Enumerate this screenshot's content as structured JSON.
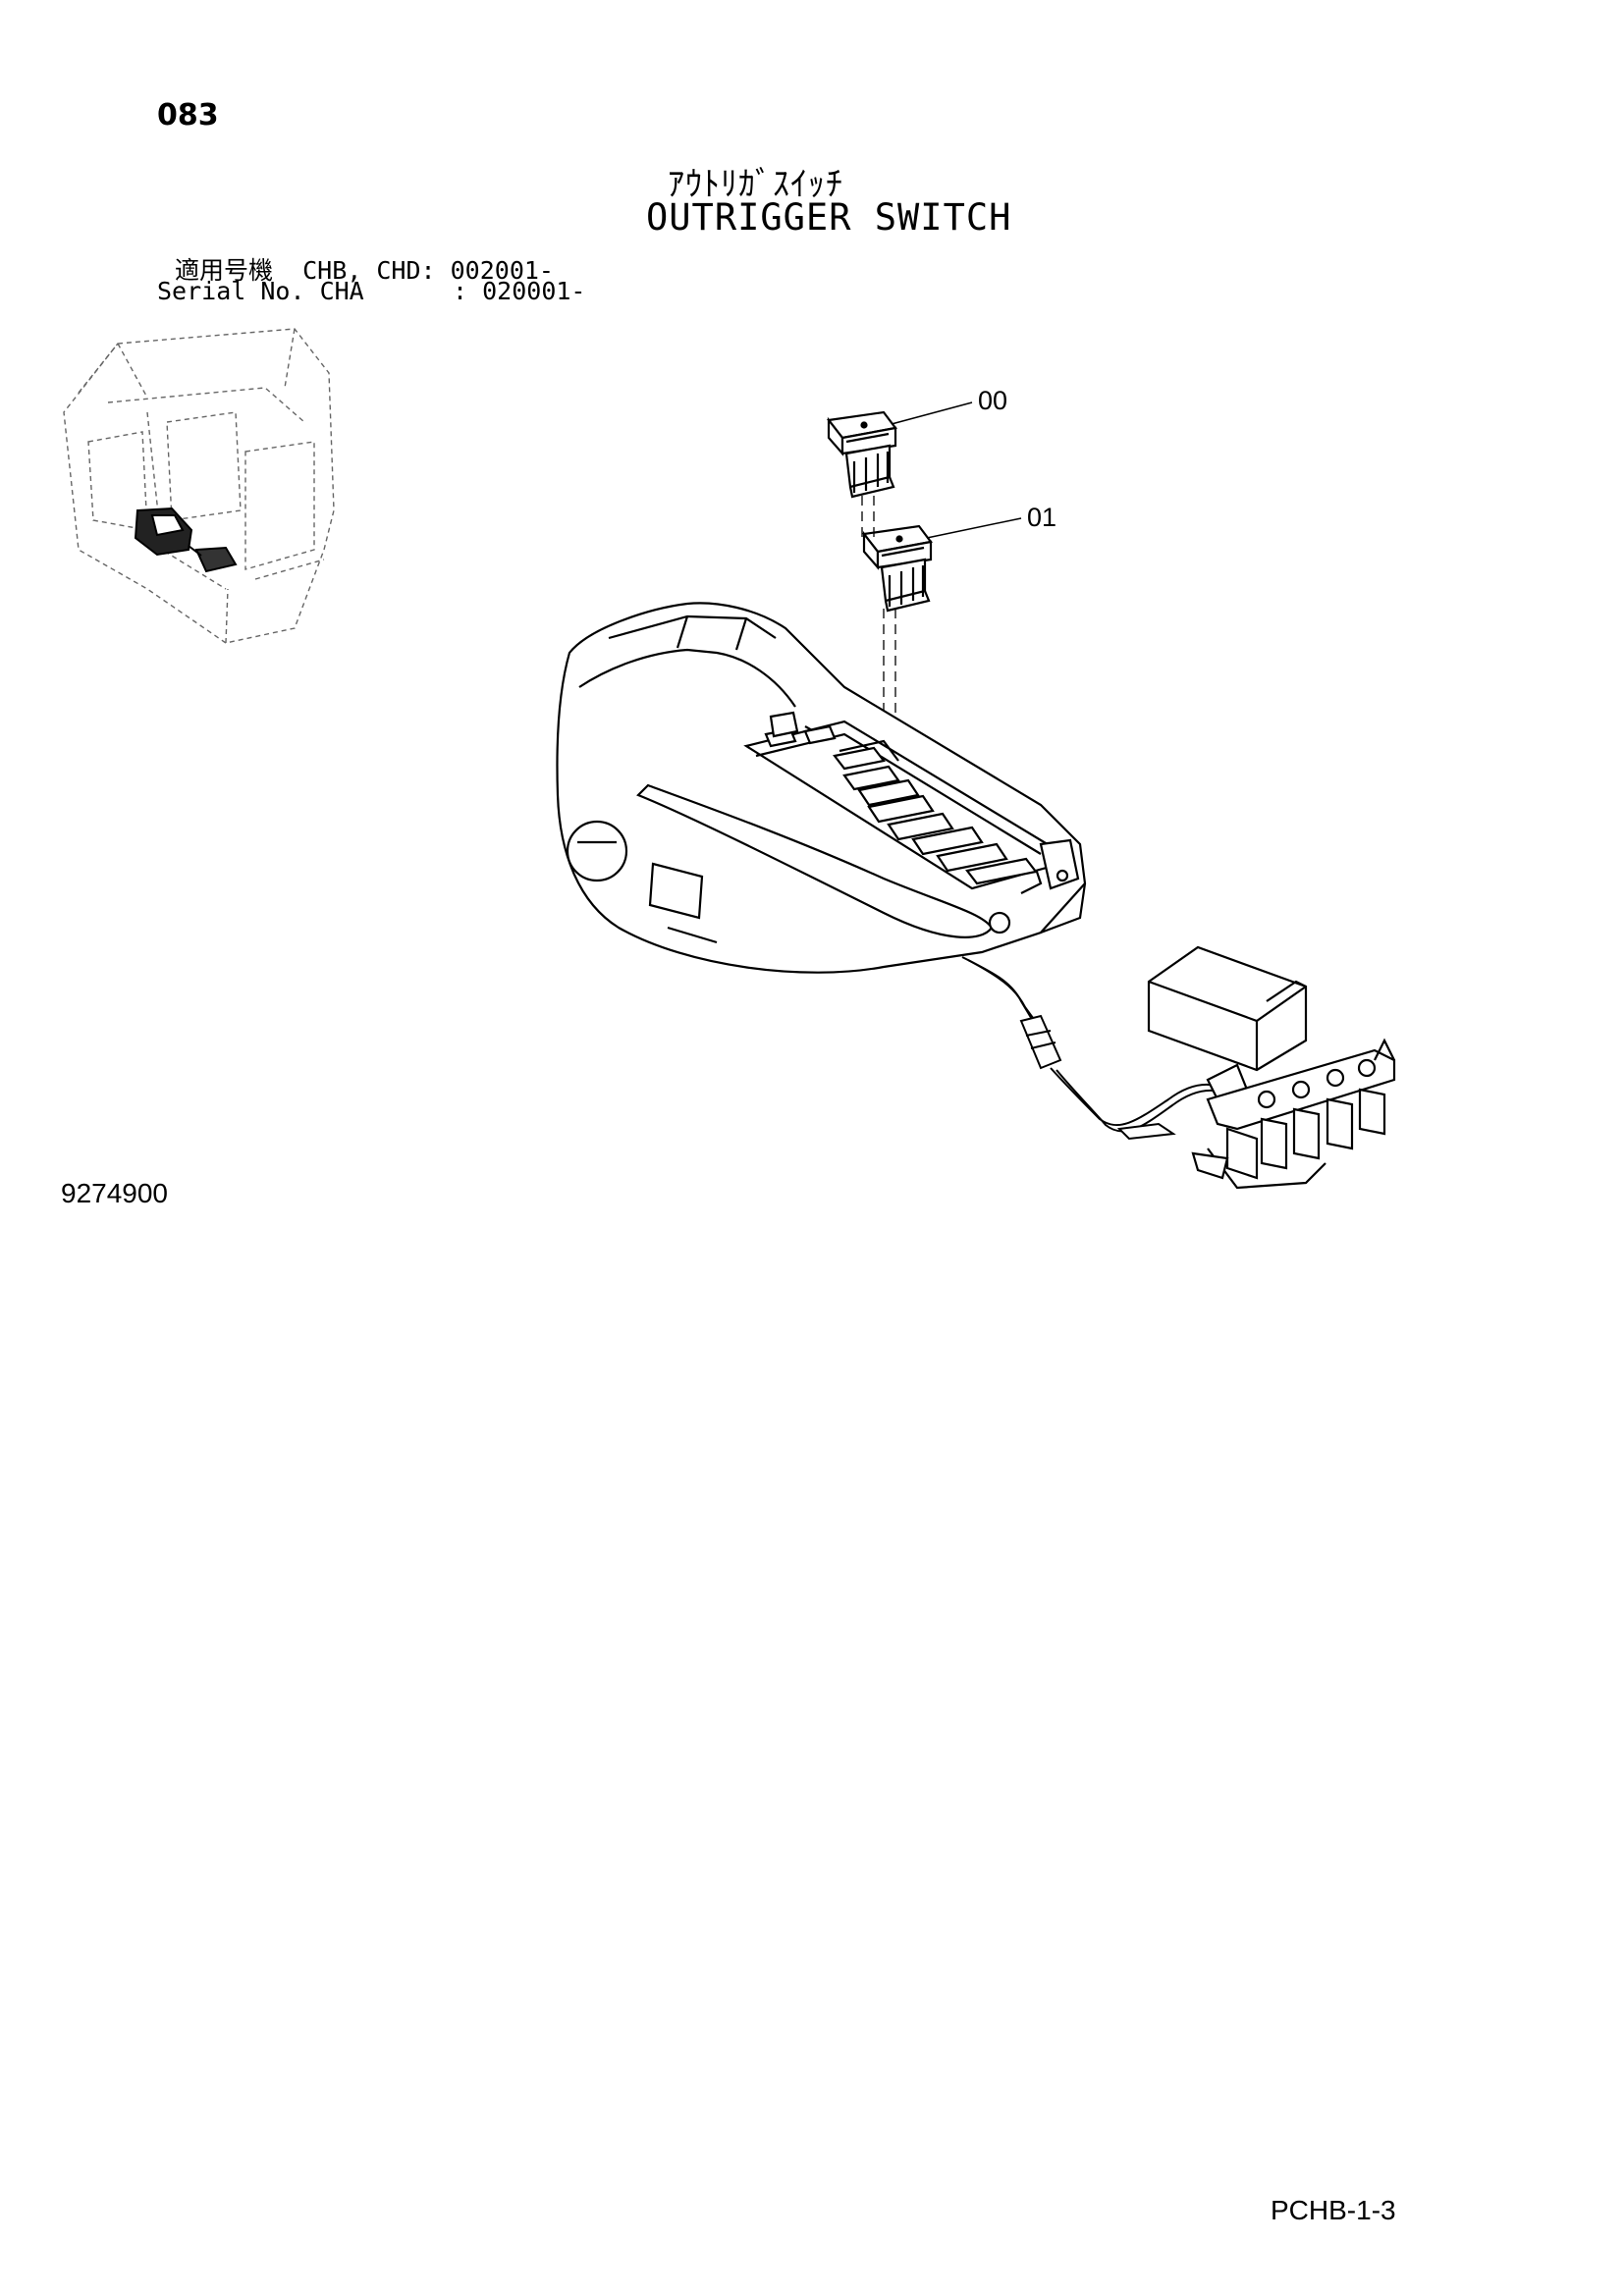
{
  "page": {
    "number": "083",
    "title_jp": "ｱｳﾄﾘｶﾞｽｲｯﾁ",
    "title_en": "OUTRIGGER SWITCH",
    "serial_line_1": "適用号機  CHB, CHD: 002001-",
    "serial_line_2": "Serial No. CHA      : 020001-",
    "drawing_number": "9274900",
    "sheet_ref": "PCHB-1-3"
  },
  "callouts": [
    {
      "label": "00",
      "part": "switch"
    },
    {
      "label": "01",
      "part": "switch"
    }
  ]
}
